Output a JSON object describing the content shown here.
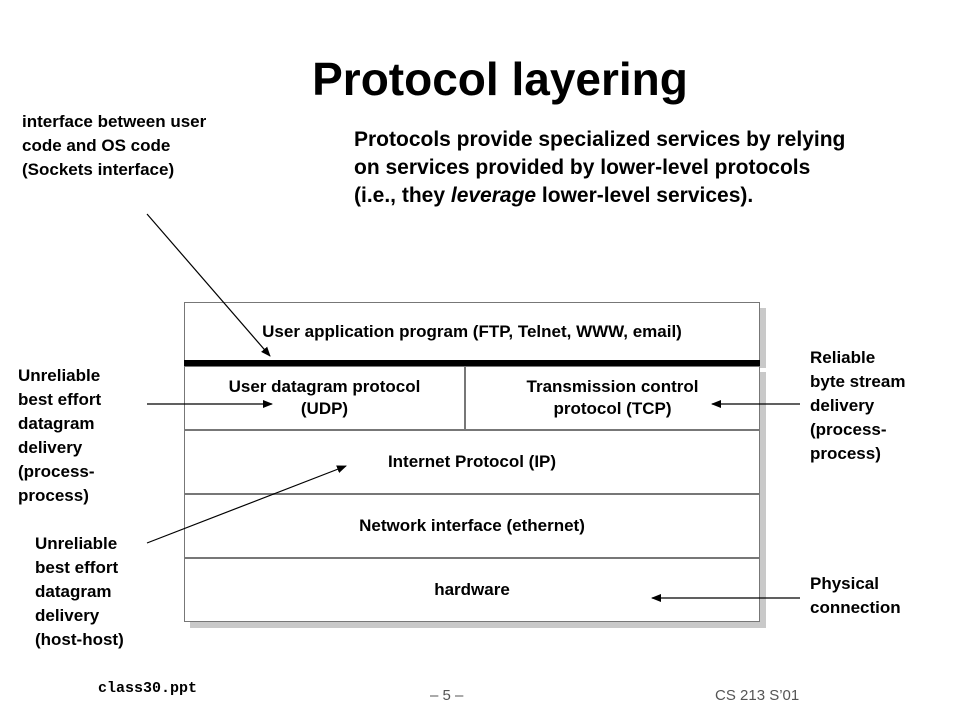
{
  "title": "Protocol layering",
  "intro": {
    "part1": "Protocols provide specialized services by relying on services provided by lower-level protocols (i.e., they ",
    "emphasis": "leverage",
    "part2": " lower-level services)."
  },
  "layers": {
    "application": "User application program (FTP, Telnet, WWW, email)",
    "udp_line1": "User datagram protocol",
    "udp_line2": "(UDP)",
    "tcp_line1": "Transmission control",
    "tcp_line2": "protocol (TCP)",
    "ip": "Internet Protocol (IP)",
    "network": "Network interface (ethernet)",
    "hardware": "hardware"
  },
  "annotations": {
    "sockets": [
      "interface between user",
      "code and OS code",
      "(Sockets interface)"
    ],
    "udp": [
      "Unreliable",
      "best effort",
      "datagram",
      "delivery",
      "(process-",
      "process)"
    ],
    "ip": [
      "Unreliable",
      "best effort",
      "datagram",
      "delivery",
      "(host-host)"
    ],
    "tcp": [
      "Reliable",
      "byte stream",
      "delivery",
      "(process-",
      "process)"
    ],
    "physical": [
      "Physical",
      "connection"
    ]
  },
  "footer": {
    "file": "class30.ppt",
    "page": "– 5 –",
    "course": "CS 213 S’01"
  }
}
